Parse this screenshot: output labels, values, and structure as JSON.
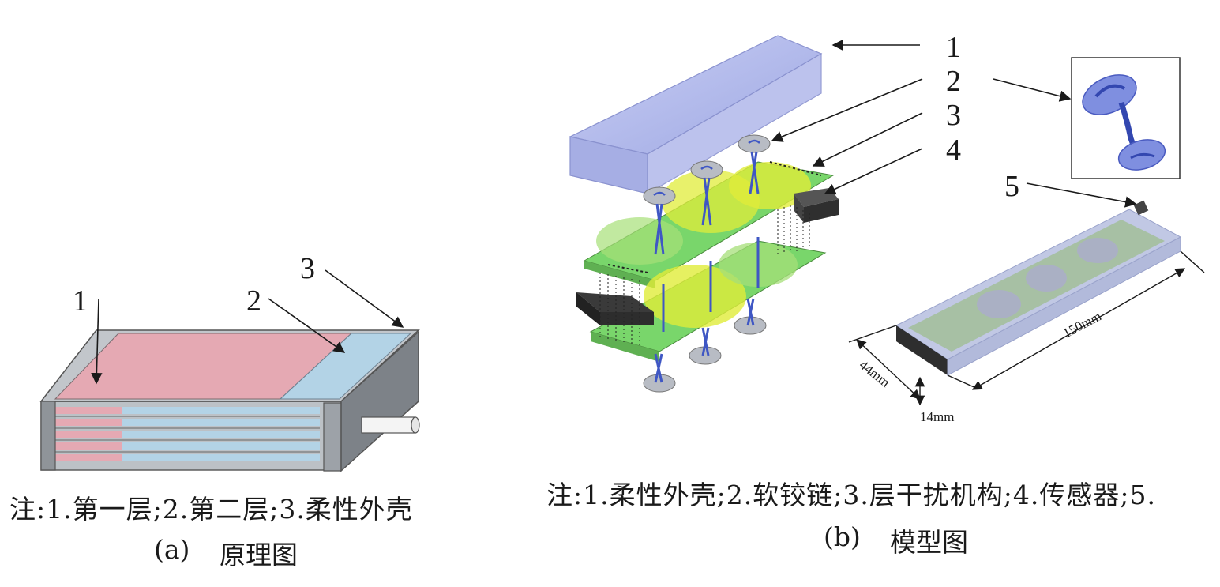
{
  "panel_a": {
    "labels": {
      "n1": "1",
      "n2": "2",
      "n3": "3"
    },
    "note": "注:1.第一层;2.第二层;3.柔性外壳",
    "sublabel": "(a)",
    "title": "原理图"
  },
  "panel_b": {
    "labels": {
      "n1": "1",
      "n2": "2",
      "n3": "3",
      "n4": "4",
      "n5": "5"
    },
    "dims": {
      "length": "150mm",
      "width": "44mm",
      "height": "14mm"
    },
    "note": "注:1.柔性外壳;2.软铰链;3.层干扰机构;4.传感器;5.",
    "sublabel": "(b)",
    "title": "模型图"
  },
  "colors": {
    "layer_pink": "#e5a9b3",
    "layer_blue": "#b3d3e6",
    "shell_gray": "#8f9499",
    "board_green": "#79d66b",
    "board_yellow": "#e0ec3a",
    "cover_lavender": "#aab2e8",
    "hinge_blue": "#3f57c4"
  }
}
